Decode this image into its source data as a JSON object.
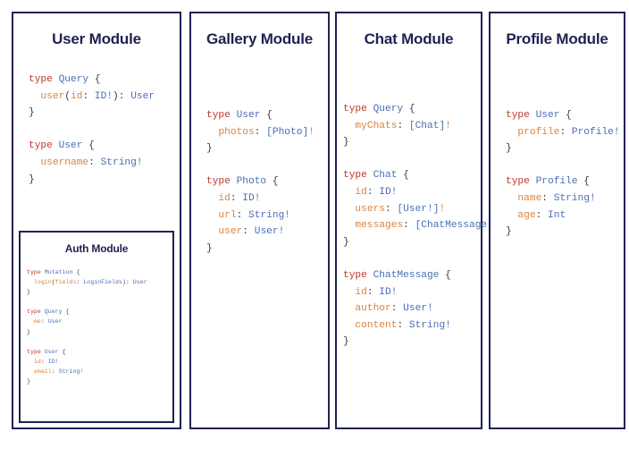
{
  "diagram": {
    "type": "graphql-schema-module-cards",
    "columns": 4,
    "accent_border_color": "#1f2255",
    "title_color": "#1f2152",
    "syntax_colors": {
      "keyword": "#c0392b",
      "type_name": "#4a6fb5",
      "field_name": "#d9833f",
      "punctuation": "#3c3c46"
    }
  },
  "cards": {
    "user": {
      "title": "User Module",
      "blocks": [
        {
          "lines": [
            [
              {
                "t": "type ",
                "c": "kw"
              },
              {
                "t": "Query",
                "c": "tn"
              },
              {
                "t": " {",
                "c": "pn"
              }
            ],
            [
              {
                "t": "  user",
                "c": "fl"
              },
              {
                "t": "(",
                "c": "pn"
              },
              {
                "t": "id",
                "c": "fl"
              },
              {
                "t": ": ",
                "c": "pn"
              },
              {
                "t": "ID!",
                "c": "tn"
              },
              {
                "t": "): ",
                "c": "pn"
              },
              {
                "t": "User",
                "c": "tn"
              }
            ],
            [
              {
                "t": "}",
                "c": "pn"
              }
            ]
          ]
        },
        {
          "lines": [
            [
              {
                "t": "type ",
                "c": "kw"
              },
              {
                "t": "User",
                "c": "tn"
              },
              {
                "t": " {",
                "c": "pn"
              }
            ],
            [
              {
                "t": "  username",
                "c": "fl"
              },
              {
                "t": ": ",
                "c": "pn"
              },
              {
                "t": "String!",
                "c": "tn"
              }
            ],
            [
              {
                "t": "}",
                "c": "pn"
              }
            ]
          ]
        }
      ],
      "nested": {
        "title": "Auth Module",
        "blocks": [
          {
            "lines": [
              [
                {
                  "t": "type ",
                  "c": "kw"
                },
                {
                  "t": "Mutation",
                  "c": "tn"
                },
                {
                  "t": " {",
                  "c": "pn"
                }
              ],
              [
                {
                  "t": "  login",
                  "c": "fl"
                },
                {
                  "t": "(",
                  "c": "pn"
                },
                {
                  "t": "fields",
                  "c": "fl"
                },
                {
                  "t": ": ",
                  "c": "pn"
                },
                {
                  "t": "LoginFields",
                  "c": "tn"
                },
                {
                  "t": "): ",
                  "c": "pn"
                },
                {
                  "t": "User",
                  "c": "tn"
                }
              ],
              [
                {
                  "t": "}",
                  "c": "pn"
                }
              ]
            ]
          },
          {
            "lines": [
              [
                {
                  "t": "type ",
                  "c": "kw"
                },
                {
                  "t": "Query",
                  "c": "tn"
                },
                {
                  "t": " {",
                  "c": "pn"
                }
              ],
              [
                {
                  "t": "  me",
                  "c": "fl"
                },
                {
                  "t": ": ",
                  "c": "pn"
                },
                {
                  "t": "User",
                  "c": "tn"
                }
              ],
              [
                {
                  "t": "}",
                  "c": "pn"
                }
              ]
            ]
          },
          {
            "lines": [
              [
                {
                  "t": "type ",
                  "c": "kw"
                },
                {
                  "t": "User",
                  "c": "tn"
                },
                {
                  "t": " {",
                  "c": "pn"
                }
              ],
              [
                {
                  "t": "  id",
                  "c": "fl"
                },
                {
                  "t": ": ",
                  "c": "pn"
                },
                {
                  "t": "ID!",
                  "c": "tn"
                }
              ],
              [
                {
                  "t": "  email",
                  "c": "fl"
                },
                {
                  "t": ": ",
                  "c": "pn"
                },
                {
                  "t": "String!",
                  "c": "tn"
                }
              ],
              [
                {
                  "t": "}",
                  "c": "pn"
                }
              ]
            ]
          }
        ]
      }
    },
    "gallery": {
      "title": "Gallery Module",
      "blocks": [
        {
          "lines": [
            [
              {
                "t": "type ",
                "c": "kw"
              },
              {
                "t": "User",
                "c": "tn"
              },
              {
                "t": " {",
                "c": "pn"
              }
            ],
            [
              {
                "t": "  photos",
                "c": "fl"
              },
              {
                "t": ": ",
                "c": "pn"
              },
              {
                "t": "[Photo]",
                "c": "tn"
              },
              {
                "t": "!",
                "c": "fl"
              }
            ],
            [
              {
                "t": "}",
                "c": "pn"
              }
            ]
          ]
        },
        {
          "lines": [
            [
              {
                "t": "type ",
                "c": "kw"
              },
              {
                "t": "Photo",
                "c": "tn"
              },
              {
                "t": " {",
                "c": "pn"
              }
            ],
            [
              {
                "t": "  id",
                "c": "fl"
              },
              {
                "t": ": ",
                "c": "pn"
              },
              {
                "t": "ID!",
                "c": "tn"
              }
            ],
            [
              {
                "t": "  url",
                "c": "fl"
              },
              {
                "t": ": ",
                "c": "pn"
              },
              {
                "t": "String!",
                "c": "tn"
              }
            ],
            [
              {
                "t": "  user",
                "c": "fl"
              },
              {
                "t": ": ",
                "c": "pn"
              },
              {
                "t": "User!",
                "c": "tn"
              }
            ],
            [
              {
                "t": "}",
                "c": "pn"
              }
            ]
          ]
        }
      ]
    },
    "chat": {
      "title": "Chat Module",
      "blocks": [
        {
          "lines": [
            [
              {
                "t": "type ",
                "c": "kw"
              },
              {
                "t": "Query",
                "c": "tn"
              },
              {
                "t": " {",
                "c": "pn"
              }
            ],
            [
              {
                "t": "  myChats",
                "c": "fl"
              },
              {
                "t": ": ",
                "c": "pn"
              },
              {
                "t": "[Chat]",
                "c": "tn"
              },
              {
                "t": "!",
                "c": "fl"
              }
            ],
            [
              {
                "t": "}",
                "c": "pn"
              }
            ]
          ]
        },
        {
          "lines": [
            [
              {
                "t": "type ",
                "c": "kw"
              },
              {
                "t": "Chat",
                "c": "tn"
              },
              {
                "t": " {",
                "c": "pn"
              }
            ],
            [
              {
                "t": "  id",
                "c": "fl"
              },
              {
                "t": ": ",
                "c": "pn"
              },
              {
                "t": "ID!",
                "c": "tn"
              }
            ],
            [
              {
                "t": "  users",
                "c": "fl"
              },
              {
                "t": ": ",
                "c": "pn"
              },
              {
                "t": "[User!]",
                "c": "tn"
              },
              {
                "t": "!",
                "c": "fl"
              }
            ],
            [
              {
                "t": "  messages",
                "c": "fl"
              },
              {
                "t": ": ",
                "c": "pn"
              },
              {
                "t": "[ChatMessage]",
                "c": "tn"
              },
              {
                "t": "!",
                "c": "fl"
              }
            ],
            [
              {
                "t": "}",
                "c": "pn"
              }
            ]
          ]
        },
        {
          "lines": [
            [
              {
                "t": "type ",
                "c": "kw"
              },
              {
                "t": "ChatMessage",
                "c": "tn"
              },
              {
                "t": " {",
                "c": "pn"
              }
            ],
            [
              {
                "t": "  id",
                "c": "fl"
              },
              {
                "t": ": ",
                "c": "pn"
              },
              {
                "t": "ID!",
                "c": "tn"
              }
            ],
            [
              {
                "t": "  author",
                "c": "fl"
              },
              {
                "t": ": ",
                "c": "pn"
              },
              {
                "t": "User!",
                "c": "tn"
              }
            ],
            [
              {
                "t": "  content",
                "c": "fl"
              },
              {
                "t": ": ",
                "c": "pn"
              },
              {
                "t": "String!",
                "c": "tn"
              }
            ],
            [
              {
                "t": "}",
                "c": "pn"
              }
            ]
          ]
        }
      ]
    },
    "profile": {
      "title": "Profile Module",
      "blocks": [
        {
          "lines": [
            [
              {
                "t": "type ",
                "c": "kw"
              },
              {
                "t": "User",
                "c": "tn"
              },
              {
                "t": " {",
                "c": "pn"
              }
            ],
            [
              {
                "t": "  profile",
                "c": "fl"
              },
              {
                "t": ": ",
                "c": "pn"
              },
              {
                "t": "Profile!",
                "c": "tn"
              }
            ],
            [
              {
                "t": "}",
                "c": "pn"
              }
            ]
          ]
        },
        {
          "lines": [
            [
              {
                "t": "type ",
                "c": "kw"
              },
              {
                "t": "Profile",
                "c": "tn"
              },
              {
                "t": " {",
                "c": "pn"
              }
            ],
            [
              {
                "t": "  name",
                "c": "fl"
              },
              {
                "t": ": ",
                "c": "pn"
              },
              {
                "t": "String!",
                "c": "tn"
              }
            ],
            [
              {
                "t": "  age",
                "c": "fl"
              },
              {
                "t": ": ",
                "c": "pn"
              },
              {
                "t": "Int",
                "c": "tn"
              }
            ],
            [
              {
                "t": "}",
                "c": "pn"
              }
            ]
          ]
        }
      ]
    }
  }
}
